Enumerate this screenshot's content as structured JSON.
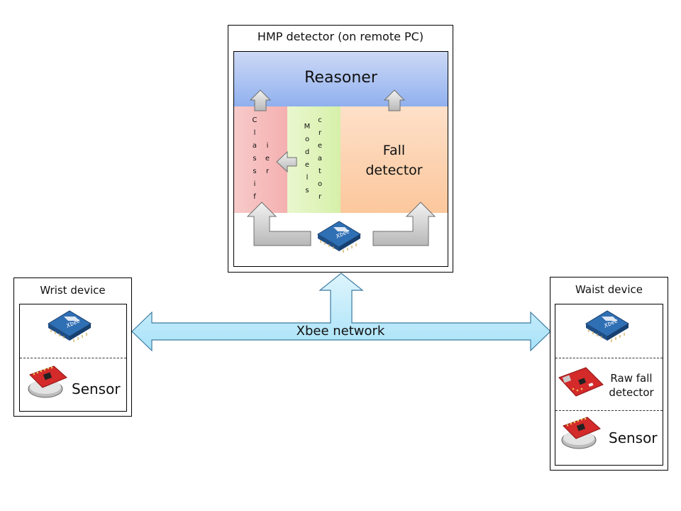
{
  "hmp": {
    "title": "HMP detector (on remote PC)",
    "reasoner": "Reasoner",
    "classifier_col1": [
      "C",
      "l",
      "a",
      "s",
      "s",
      "i",
      "f"
    ],
    "classifier_col2": [
      "i",
      "e",
      "r"
    ],
    "models_col1": [
      "M",
      "o",
      "d",
      "e",
      "l",
      "s"
    ],
    "models_col2": [
      "c",
      "r",
      "e",
      "a",
      "t",
      "o",
      "r"
    ],
    "fall_line1": "Fall",
    "fall_line2": "detector"
  },
  "wrist": {
    "title": "Wrist device",
    "sensor": "Sensor"
  },
  "waist": {
    "title": "Waist device",
    "raw_line1": "Raw fall",
    "raw_line2": "detector",
    "sensor": "Sensor"
  },
  "network": {
    "label": "Xbee network"
  },
  "colors": {
    "reasoner": "#a9c1f2",
    "classifier": "#f5b0b0",
    "models": "#d6f0a9",
    "fall": "#fcc79c",
    "network_arrow": "#bdeafb",
    "gray_arrow": "#c8c8c8",
    "xbee_board": "#2f6fb4",
    "sensor_board": "#d42a2a"
  },
  "icons": [
    "xbee-module-icon",
    "sensor-board-icon",
    "raw-fall-detector-board-icon"
  ]
}
